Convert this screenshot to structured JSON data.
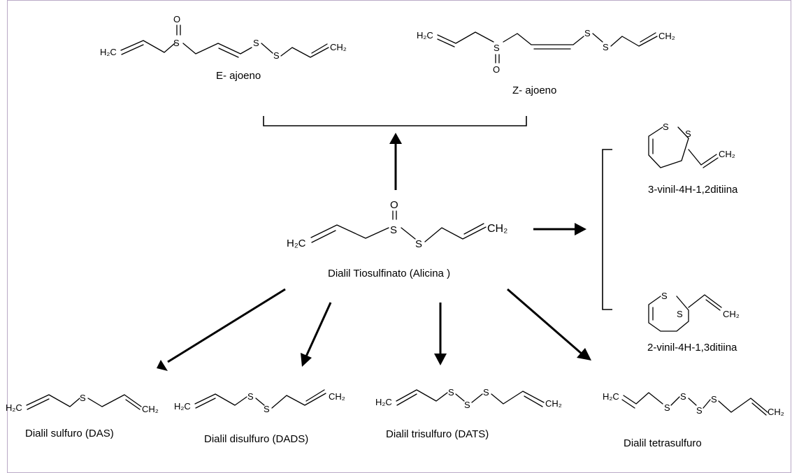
{
  "molecules": {
    "e_ajoeno": {
      "name": "E- ajoeno",
      "atoms": [
        "H₂C",
        "S",
        "O",
        "S",
        "S",
        "CH₂"
      ]
    },
    "z_ajoeno": {
      "name": "Z- ajoeno",
      "atoms": [
        "H₂C",
        "S",
        "O",
        "S",
        "S",
        "CH₂"
      ]
    },
    "alicina": {
      "name": "Dialil Tiosulfinato (Alicina )",
      "atoms": [
        "H₂C",
        "S",
        "O",
        "S",
        "CH₂"
      ]
    },
    "vinil_12": {
      "name": "3-vinil-4H-1,2ditiina",
      "atoms": [
        "S",
        "S",
        "CH₂"
      ]
    },
    "vinil_13": {
      "name": "2-vinil-4H-1,3ditiina",
      "atoms": [
        "S",
        "S",
        "CH₂"
      ]
    },
    "das": {
      "name": "Dialil sulfuro (DAS)",
      "atoms": [
        "H₂C",
        "S",
        "CH₂"
      ]
    },
    "dads": {
      "name": "Dialil disulfuro (DADS)",
      "atoms": [
        "H₂C",
        "S",
        "S",
        "CH₂"
      ]
    },
    "dats": {
      "name": "Dialil trisulfuro (DATS)",
      "atoms": [
        "H₂C",
        "S",
        "S",
        "S",
        "CH₂"
      ]
    },
    "tetra": {
      "name": "Dialil tetrasulfuro",
      "atoms": [
        "H₂C",
        "S",
        "S",
        "S",
        "S",
        "CH₂"
      ]
    }
  }
}
